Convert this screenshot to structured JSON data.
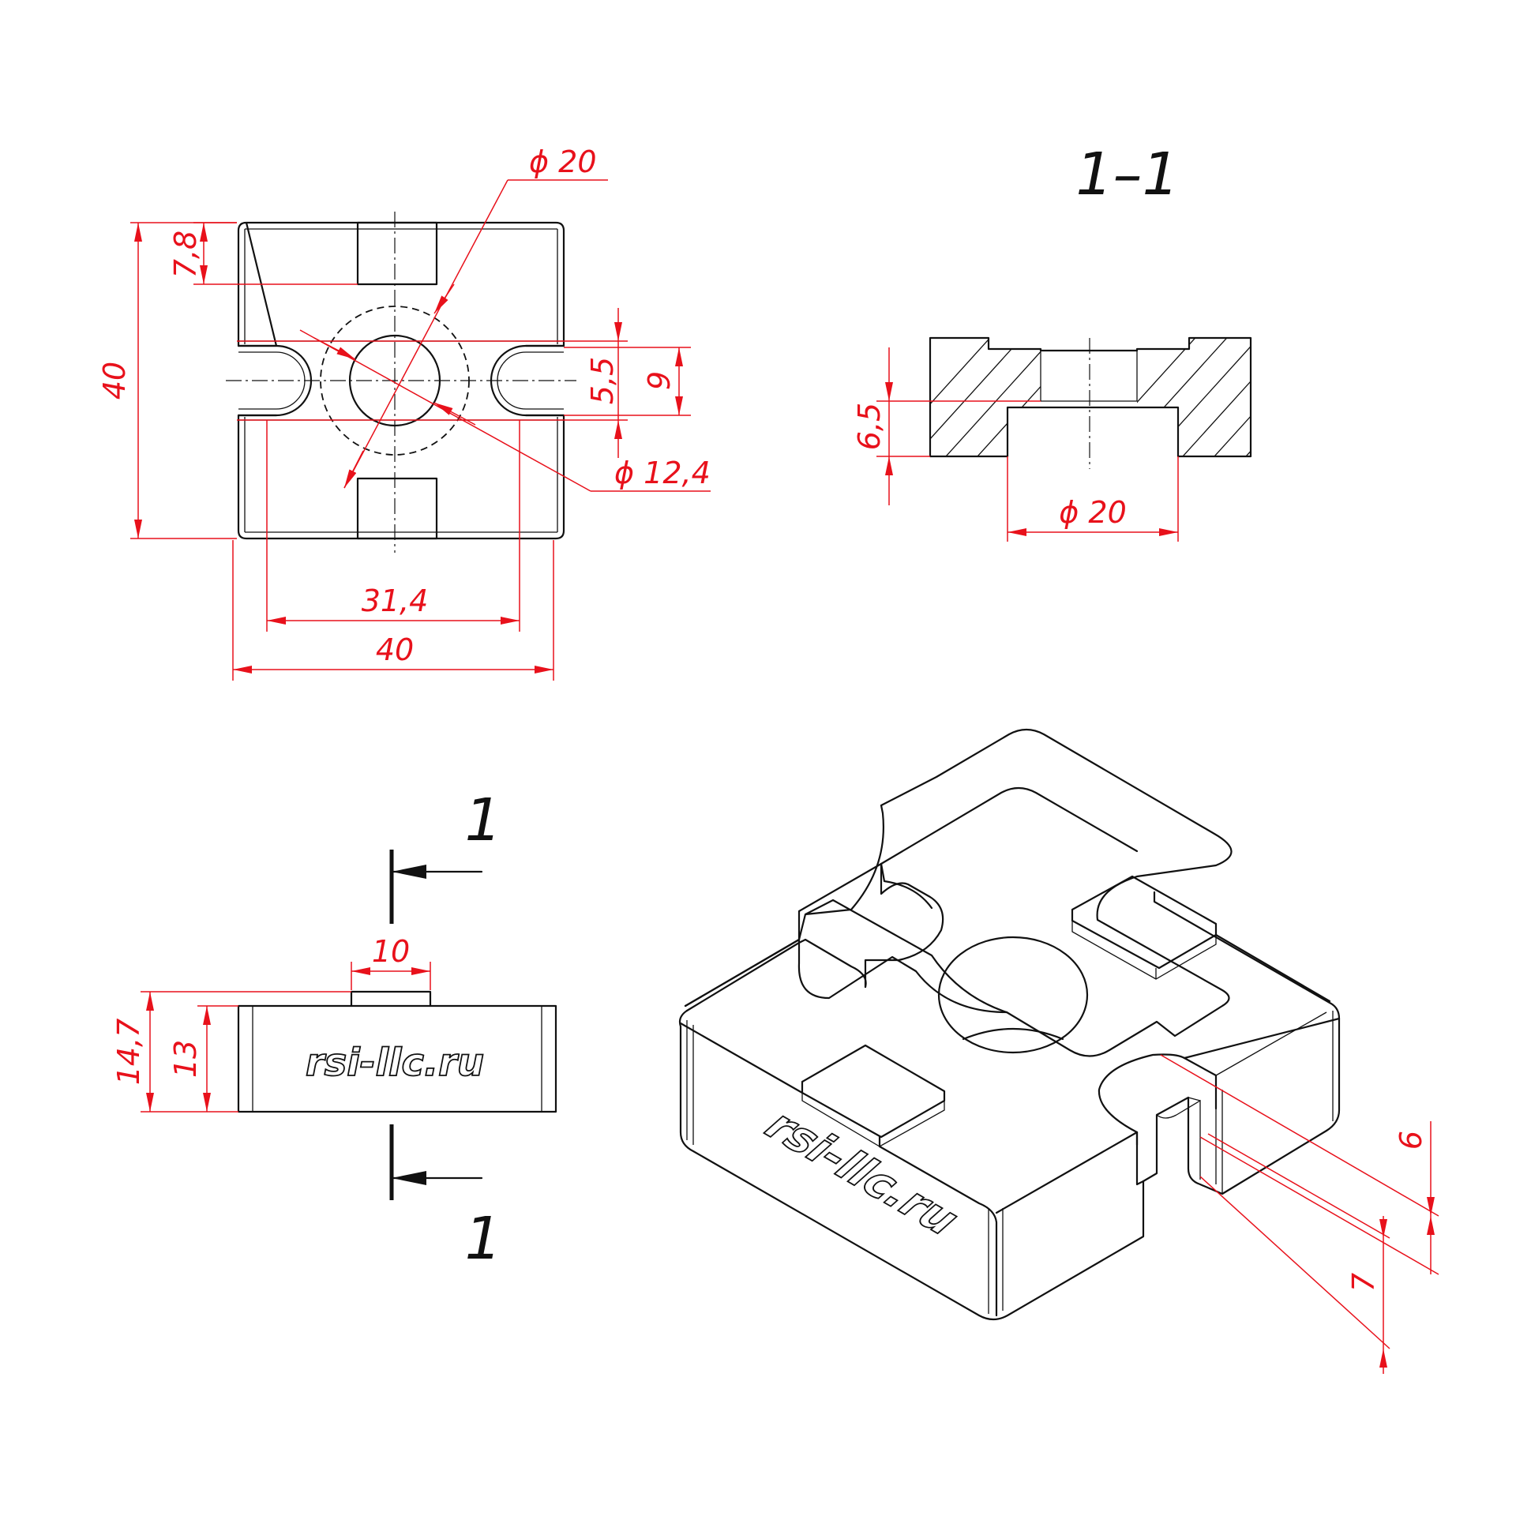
{
  "colors": {
    "outline": "#111111",
    "dimension": "#e8111b",
    "background": "#ffffff"
  },
  "top_view": {
    "dim_height": "40",
    "dim_slot_depth": "7,8",
    "dim_hole_diameter": "ϕ 20",
    "dim_slot_width_inner": "5,5",
    "dim_slot_width_outer": "9",
    "dim_bore_diameter": "ϕ 12,4",
    "dim_slot_spacing": "31,4",
    "dim_width": "40"
  },
  "section_view": {
    "title": "1–1",
    "dim_counterbore_depth": "6,5",
    "dim_counterbore_diameter": "ϕ 20"
  },
  "side_view": {
    "cut_label_top": "1",
    "cut_label_bottom": "1",
    "dim_tab_width": "10",
    "dim_total_height": "14,7",
    "dim_body_height": "13",
    "engraving": "rsi-llc.ru"
  },
  "iso_view": {
    "engraving": "rsi-llc.ru",
    "dim_slot_depth": "6",
    "dim_slot_width": "7"
  }
}
